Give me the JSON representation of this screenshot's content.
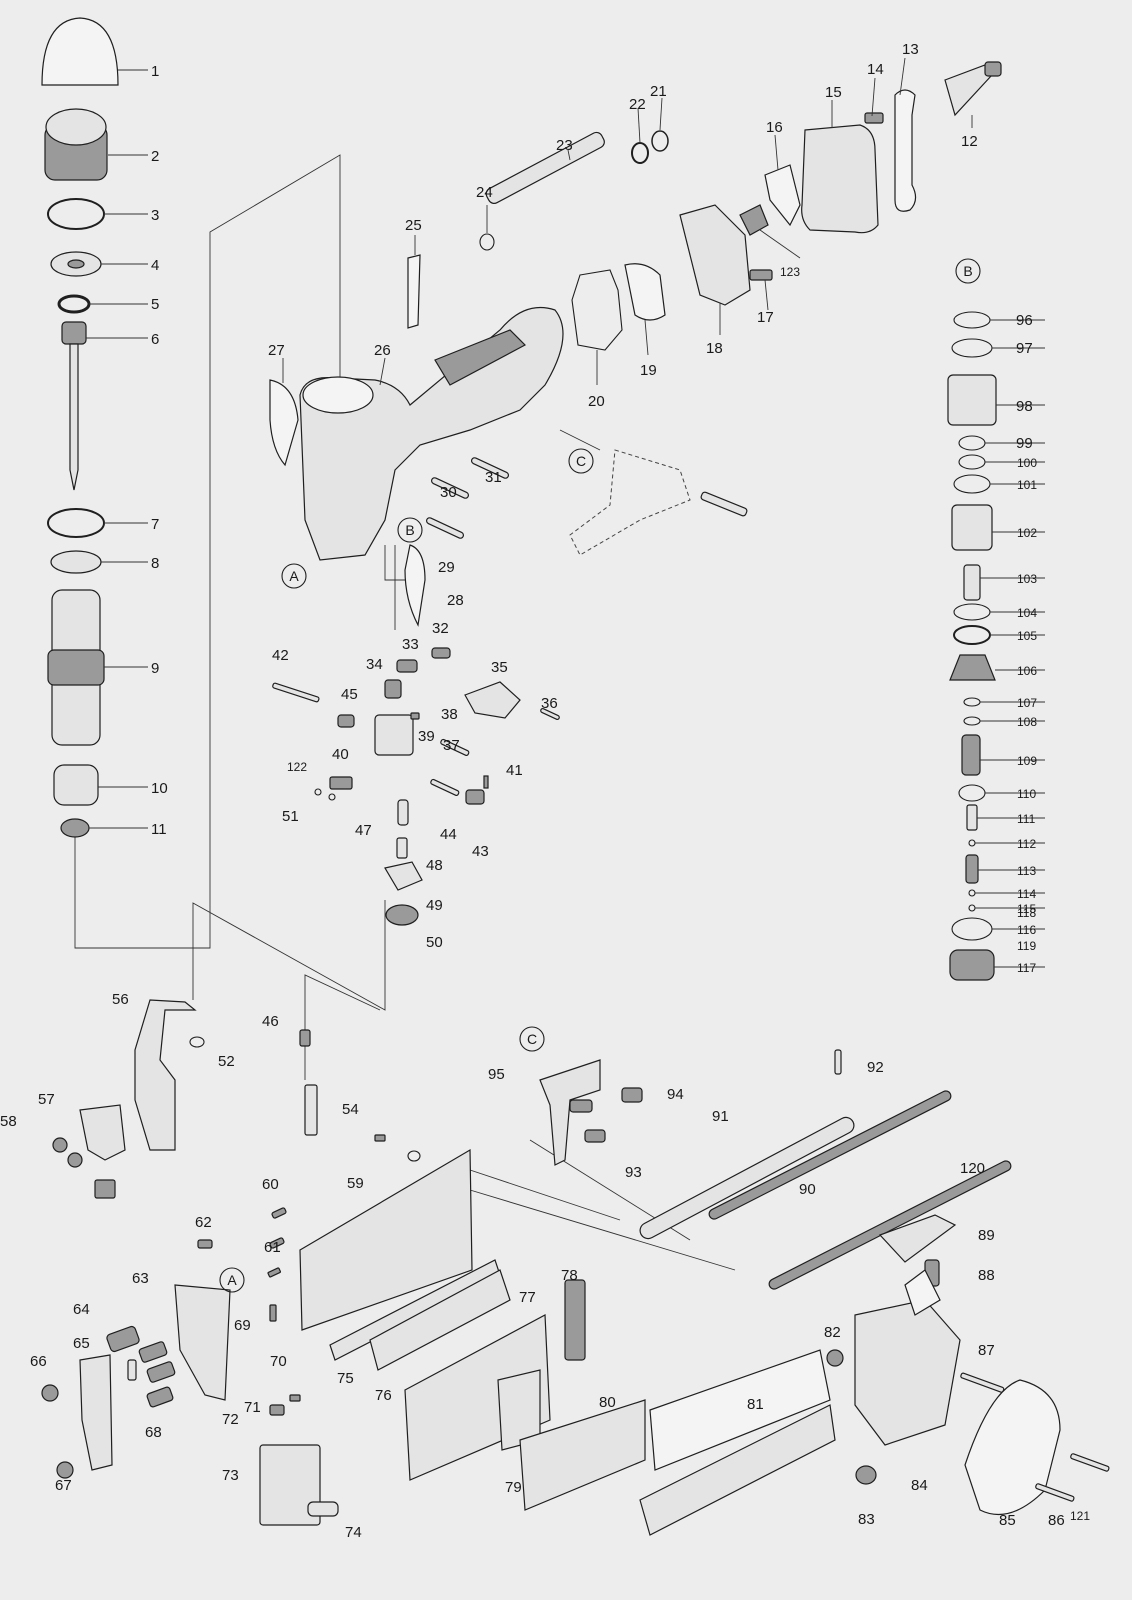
{
  "callouts": [
    "A",
    "B",
    "C"
  ],
  "labels": [
    "1",
    "2",
    "3",
    "4",
    "5",
    "6",
    "7",
    "8",
    "9",
    "10",
    "11",
    "12",
    "13",
    "14",
    "15",
    "16",
    "17",
    "18",
    "19",
    "20",
    "21",
    "22",
    "23",
    "24",
    "25",
    "26",
    "27",
    "28",
    "29",
    "30",
    "31",
    "32",
    "33",
    "34",
    "35",
    "36",
    "37",
    "38",
    "39",
    "40",
    "41",
    "42",
    "43",
    "44",
    "45",
    "46",
    "47",
    "48",
    "49",
    "50",
    "51",
    "52",
    "54",
    "56",
    "57",
    "58",
    "59",
    "60",
    "61",
    "62",
    "63",
    "64",
    "65",
    "66",
    "67",
    "68",
    "69",
    "70",
    "71",
    "72",
    "73",
    "74",
    "75",
    "76",
    "77",
    "78",
    "79",
    "80",
    "81",
    "82",
    "83",
    "84",
    "85",
    "86",
    "87",
    "88",
    "89",
    "90",
    "91",
    "92",
    "93",
    "94",
    "95",
    "96",
    "97",
    "98",
    "99",
    "100",
    "101",
    "102",
    "103",
    "104",
    "105",
    "106",
    "107",
    "108",
    "109",
    "110",
    "111",
    "112",
    "113",
    "114",
    "115",
    "116",
    "117",
    "118",
    "119",
    "120",
    "121",
    "122",
    "123"
  ]
}
